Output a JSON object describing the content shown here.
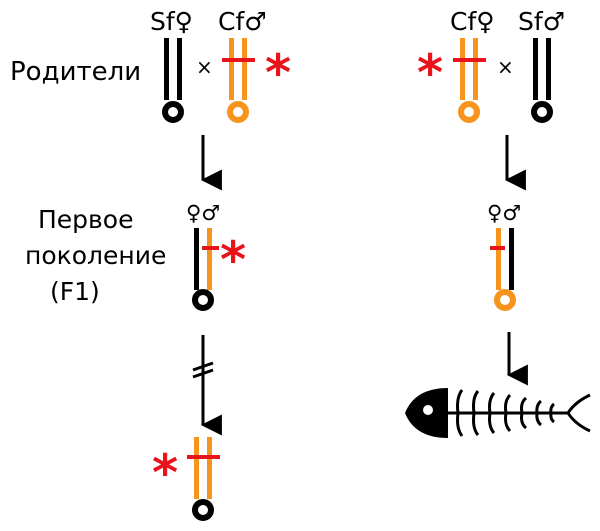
{
  "left": {
    "parent_female_label": "Sf♀",
    "parent_male_label": "Cf♂",
    "cross_symbol": "×",
    "mutation_mark": "*",
    "row_label_parents": "Родители",
    "f1_sex_label": "♀♂",
    "row_label_f1": [
      "Первое",
      "поколение",
      "(F1)"
    ],
    "f1_mutation_mark": "*",
    "offspring_mutation_mark": "*"
  },
  "right": {
    "parent_female_label": "Cf♀",
    "parent_male_label": "Sf♂",
    "cross_symbol": "×",
    "mutation_mark": "*",
    "f1_sex_label": "♀♂",
    "outcome_icon": "fish-skeleton-icon"
  },
  "colors": {
    "black": "#000000",
    "orange": "#f7941d",
    "red": "#e8141c"
  }
}
